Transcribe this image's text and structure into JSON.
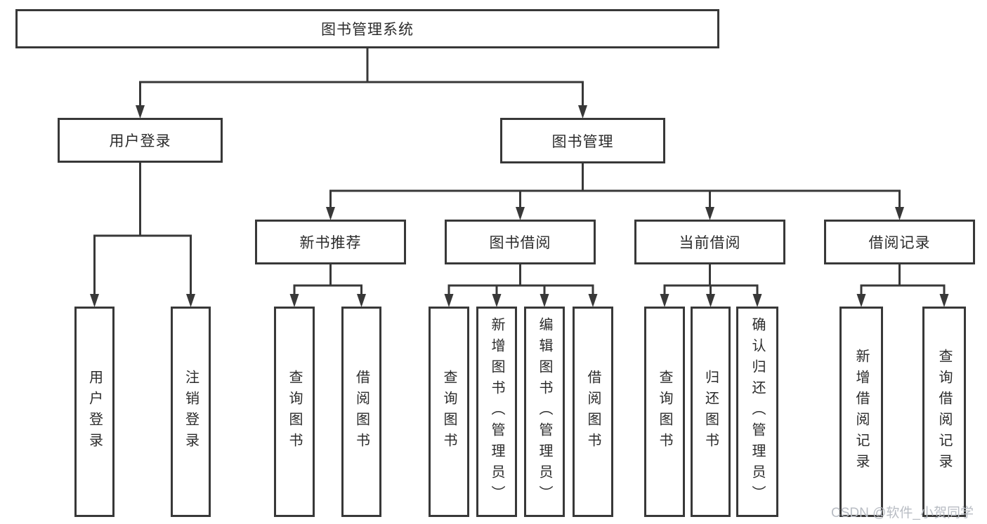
{
  "diagram": {
    "title": "图书管理系统",
    "watermark": "CSDN @软件_小贺同学",
    "colors": {
      "line": "#383838",
      "text": "#2b2b2b",
      "watermark": "#b9bdc4",
      "background": "#ffffff"
    },
    "nodes": {
      "root": {
        "label": "图书管理系统",
        "children": [
          "login",
          "mgmt"
        ]
      },
      "login": {
        "label": "用户登录",
        "children": [
          "leaf_login",
          "leaf_logout"
        ]
      },
      "mgmt": {
        "label": "图书管理",
        "children": [
          "rec",
          "borrow",
          "current",
          "records"
        ]
      },
      "rec": {
        "label": "新书推荐",
        "children": [
          "rec_query",
          "rec_borrow"
        ]
      },
      "borrow": {
        "label": "图书借阅",
        "children": [
          "b_query",
          "b_add",
          "b_edit",
          "b_borrow"
        ]
      },
      "current": {
        "label": "当前借阅",
        "children": [
          "c_query",
          "c_return",
          "c_confirm"
        ]
      },
      "records": {
        "label": "借阅记录",
        "children": [
          "r_add",
          "r_query"
        ]
      },
      "leaf_login": {
        "label": "用户登录"
      },
      "leaf_logout": {
        "label": "注销登录"
      },
      "rec_query": {
        "label": "查询图书"
      },
      "rec_borrow": {
        "label": "借阅图书"
      },
      "b_query": {
        "label": "查询图书"
      },
      "b_add": {
        "label": "新增图书（管理员）"
      },
      "b_edit": {
        "label": "编辑图书（管理员）"
      },
      "b_borrow": {
        "label": "借阅图书"
      },
      "c_query": {
        "label": "查询图书"
      },
      "c_return": {
        "label": "归还图书"
      },
      "c_confirm": {
        "label": "确认归还（管理员）"
      },
      "r_add": {
        "label": "新增借阅记录"
      },
      "r_query": {
        "label": "查询借阅记录"
      }
    }
  }
}
